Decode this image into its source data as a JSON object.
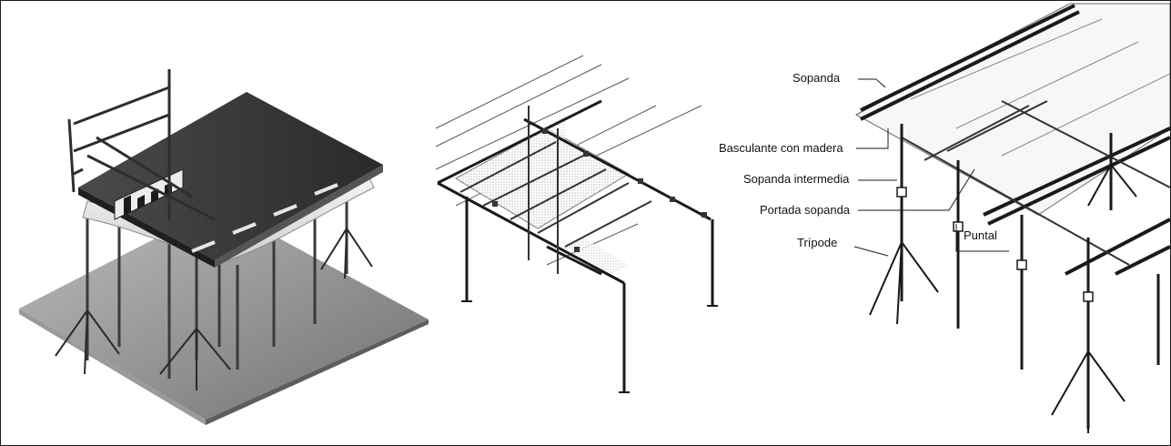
{
  "diagram": {
    "labels": {
      "sopanda": "Sopanda",
      "basculante": "Basculante con madera",
      "sopanda_intermedia": "Sopanda intermedia",
      "portada_sopanda": "Portada sopanda",
      "tripode": "Trípode",
      "puntal": "Puntal"
    }
  }
}
